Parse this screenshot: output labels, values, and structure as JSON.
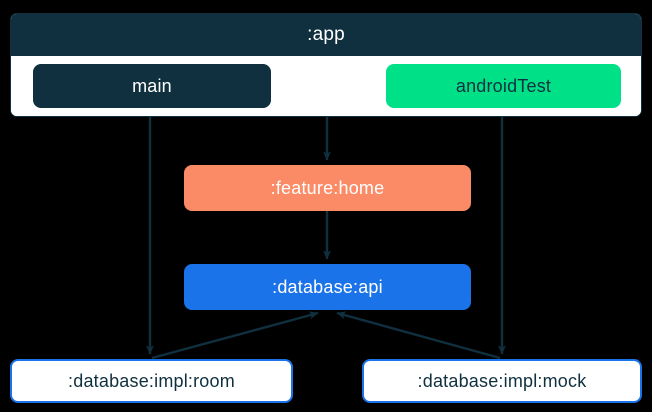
{
  "diagram": {
    "title": ":app",
    "type": "module-dependency-graph",
    "background_color": "#000000",
    "edge_color": "#10303f",
    "container": {
      "label": ":app",
      "header_color": "#10303f",
      "body_color": "#ffffff",
      "source_sets": [
        {
          "id": "main",
          "label": "main",
          "fill": "#10303f",
          "text_color": "#ffffff"
        },
        {
          "id": "androidTest",
          "label": "androidTest",
          "fill": "#00e187",
          "text_color": "#10303f"
        }
      ]
    },
    "nodes": [
      {
        "id": "feature-home",
        "label": ":feature:home",
        "fill": "#fb8b67",
        "text_color": "#ffffff"
      },
      {
        "id": "database-api",
        "label": ":database:api",
        "fill": "#1a73e8",
        "text_color": "#ffffff"
      },
      {
        "id": "database-impl-room",
        "label": ":database:impl:room",
        "fill": "#ffffff",
        "text_color": "#10303f",
        "border": "#1a73e8"
      },
      {
        "id": "database-impl-mock",
        "label": ":database:impl:mock",
        "fill": "#ffffff",
        "text_color": "#10303f",
        "border": "#1a73e8"
      }
    ],
    "edges": [
      {
        "from": "app",
        "to": "feature-home",
        "style": "solid",
        "arrow": true
      },
      {
        "from": "main",
        "to": "database-impl-room",
        "style": "solid",
        "arrow": true
      },
      {
        "from": "androidTest",
        "to": "database-impl-mock",
        "style": "solid",
        "arrow": true
      },
      {
        "from": "feature-home",
        "to": "database-api",
        "style": "solid",
        "arrow": true
      },
      {
        "from": "database-impl-room",
        "to": "database-api",
        "style": "solid",
        "arrow": true
      },
      {
        "from": "database-impl-mock",
        "to": "database-api",
        "style": "solid",
        "arrow": true
      }
    ]
  }
}
